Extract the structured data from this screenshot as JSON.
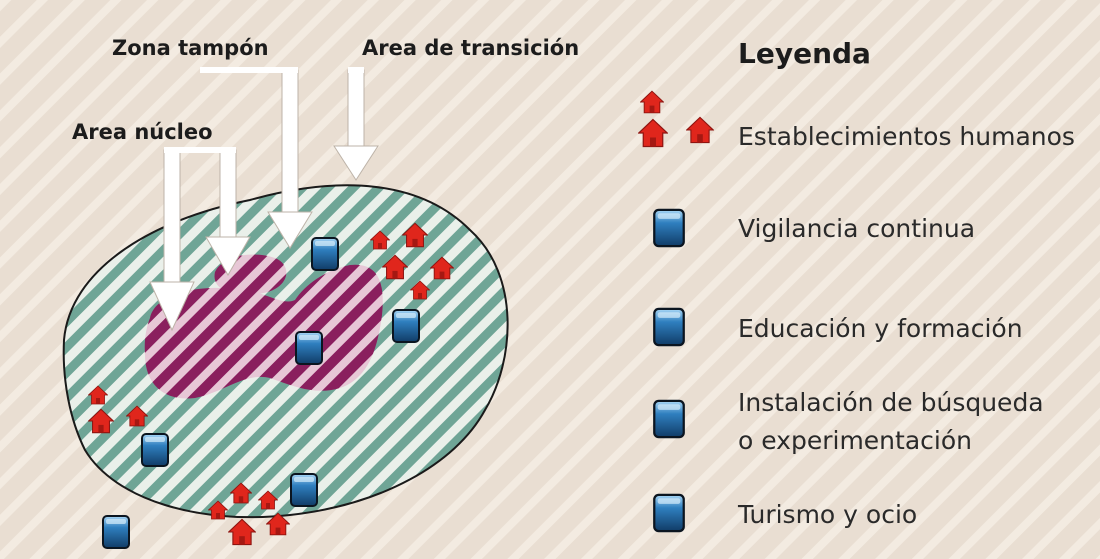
{
  "zone_labels": {
    "core": "Area núcleo",
    "buffer": "Zona tampón",
    "transition": "Area de transición"
  },
  "legend": {
    "title": "Leyenda",
    "items": [
      {
        "label": "Establecimientos humanos",
        "icon": "house-icon"
      },
      {
        "label": "Vigilancia continua",
        "icon": "blue-square-icon"
      },
      {
        "label": "Educación y formación",
        "icon": "blue-square-icon"
      },
      {
        "label": "Instalación de búsqueda",
        "label_line2": "o experimentación",
        "icon": "blue-square-icon"
      },
      {
        "label": "Turismo y ocio",
        "icon": "blue-square-icon"
      }
    ]
  },
  "colors": {
    "background": "#e9ded2",
    "buffer_zone": "#6fa596",
    "core_zone": "#8a1f5e",
    "house": "#e0261c",
    "facility": "#1f5f99",
    "arrow": "#ffffff"
  }
}
